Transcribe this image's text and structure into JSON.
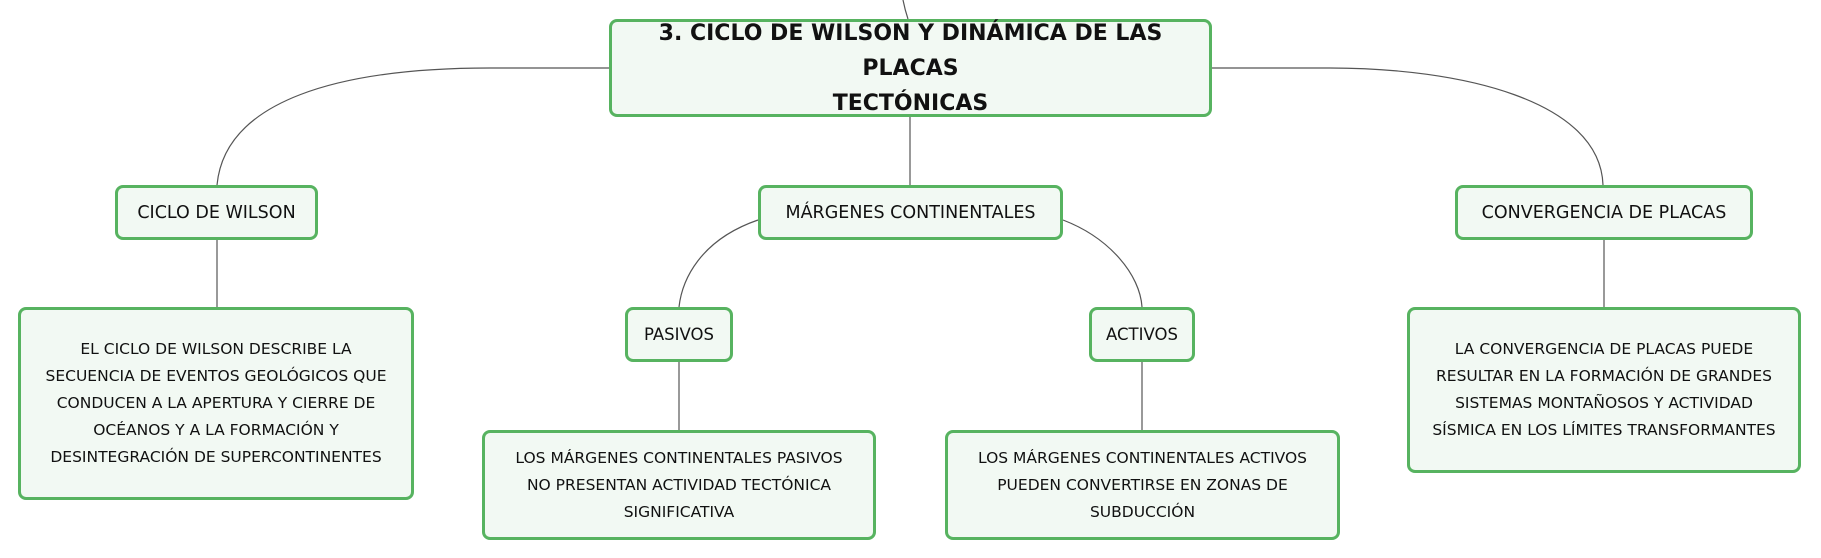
{
  "diagram": {
    "root": {
      "line1": "3. CICLO DE WILSON Y DINÁMICA DE LAS PLACAS",
      "line2": "TECTÓNICAS"
    },
    "topics": {
      "wilson": "CICLO DE WILSON",
      "margenes": "MÁRGENES CONTINENTALES",
      "convergencia": "CONVERGENCIA DE PLACAS"
    },
    "subtopics": {
      "pasivos": "PASIVOS",
      "activos": "ACTIVOS"
    },
    "descriptions": {
      "wilson": [
        "EL CICLO DE WILSON DESCRIBE LA",
        "SECUENCIA DE EVENTOS GEOLÓGICOS QUE",
        "CONDUCEN A LA APERTURA Y CIERRE DE",
        "OCÉANOS Y A LA FORMACIÓN Y",
        "DESINTEGRACIÓN DE SUPERCONTINENTES"
      ],
      "pasivos": [
        "LOS MÁRGENES CONTINENTALES PASIVOS",
        "NO PRESENTAN ACTIVIDAD TECTÓNICA",
        "SIGNIFICATIVA"
      ],
      "activos": [
        "LOS MÁRGENES CONTINENTALES ACTIVOS",
        "PUEDEN CONVERTIRSE EN ZONAS DE",
        "SUBDUCCIÓN"
      ],
      "convergencia": [
        "LA CONVERGENCIA DE PLACAS PUEDE",
        "RESULTAR EN LA FORMACIÓN DE GRANDES",
        "SISTEMAS MONTAÑOSOS Y ACTIVIDAD",
        "SÍSMICA EN LOS LÍMITES TRANSFORMANTES"
      ]
    },
    "colors": {
      "node_border": "#57b360",
      "node_fill": "#f2f9f3",
      "connector": "#555555",
      "text": "#111111"
    }
  }
}
